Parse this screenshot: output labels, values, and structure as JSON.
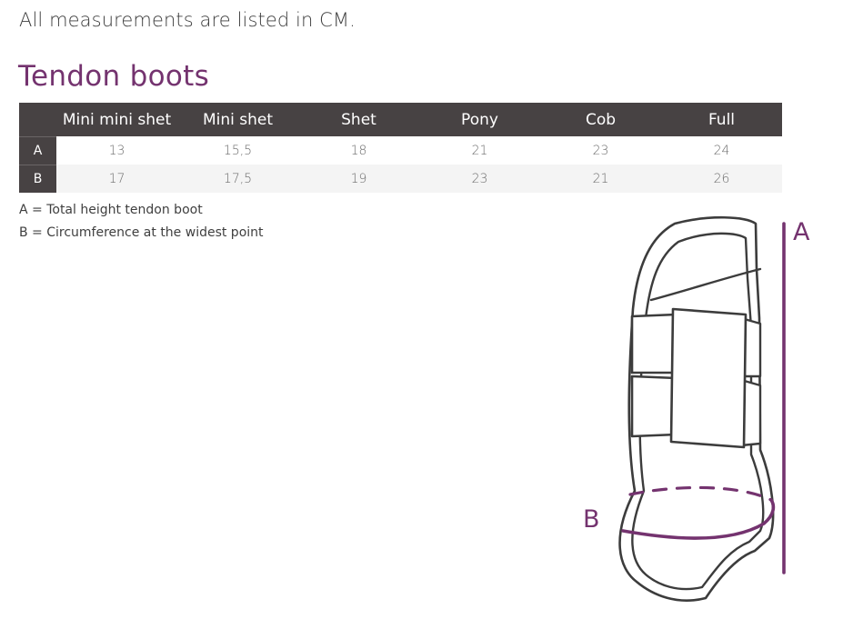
{
  "intro": "All measurements are listed in CM.",
  "section_title": "Tendon boots",
  "table": {
    "columns": [
      "Mini mini shet",
      "Mini shet",
      "Shet",
      "Pony",
      "Cob",
      "Full"
    ],
    "rows": [
      {
        "label": "A",
        "values": [
          "13",
          "15,5",
          "18",
          "21",
          "23",
          "24"
        ]
      },
      {
        "label": "B",
        "values": [
          "17",
          "17,5",
          "19",
          "23",
          "21",
          "26"
        ]
      }
    ]
  },
  "legend": {
    "a": "A = Total height tendon boot",
    "b": "B = Circumference at the widest point"
  },
  "diagram": {
    "label_a": "A",
    "label_b": "B",
    "icon": "tendon-boot-icon",
    "accent_color": "#74336f",
    "outline_color": "#3c3c3c"
  }
}
